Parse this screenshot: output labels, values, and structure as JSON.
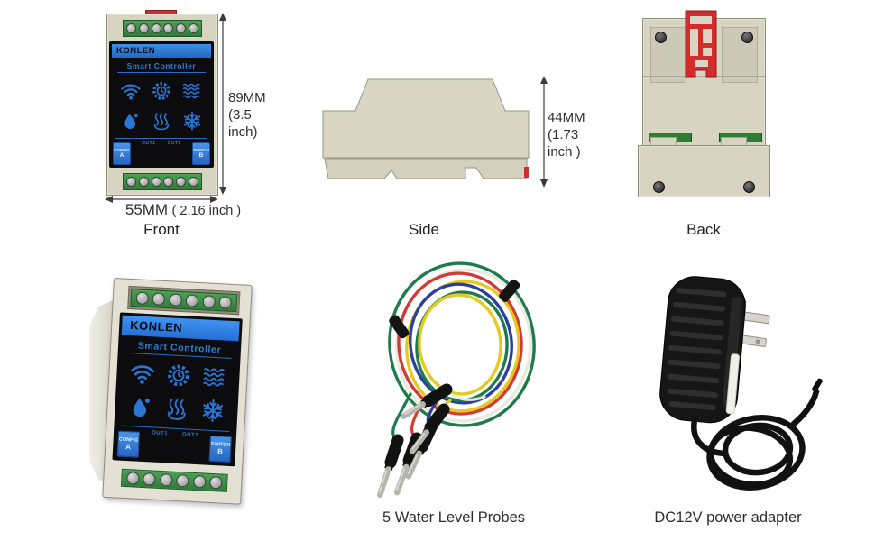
{
  "colors": {
    "case_beige": "#d7d4c2",
    "terminal_green": "#3a8a44",
    "clip_red": "#d22c2c",
    "panel_black": "#0c0c0f",
    "brand_blue": "#2e82dc",
    "icon_blue": "#2a76d2"
  },
  "views": {
    "front": {
      "caption": "Front",
      "height_label": "89MM",
      "height_sub": "(3.5 inch)",
      "width_label": "55MM",
      "width_sub": "( 2.16 inch )"
    },
    "side": {
      "caption": "Side",
      "depth_label": "44MM",
      "depth_sub": "(1.73 inch )"
    },
    "back": {
      "caption": "Back"
    }
  },
  "device": {
    "brand": "KONLEN",
    "subtitle": "Smart Controller",
    "outputs": {
      "out1": "OUT1",
      "out2": "OUT2"
    },
    "buttons": {
      "config": {
        "line1": "CONFIG",
        "line2": "A"
      },
      "switch": {
        "line1": "SWITCH",
        "line2": "B"
      }
    },
    "icons": [
      "wifi-icon",
      "timer-gear-icon",
      "water-waves-icon",
      "droplet-icon",
      "heating-icon",
      "snowflake-icon"
    ]
  },
  "accessories": {
    "probes": {
      "caption": "5 Water Level Probes",
      "wire_colors": [
        "#1f7a4c",
        "#d23b33",
        "#2b3fa0",
        "#e5c91f",
        "#eeeee6"
      ]
    },
    "adapter": {
      "caption": "DC12V power adapter"
    }
  }
}
